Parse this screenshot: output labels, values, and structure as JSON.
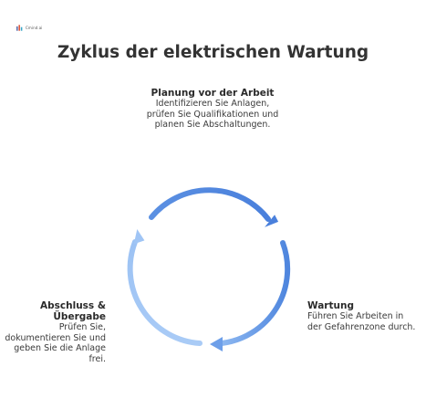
{
  "logo": {
    "text": "Cmind.ai"
  },
  "title": "Zyklus der elektrischen Wartung",
  "steps": {
    "top": {
      "title": "Planung vor der Arbeit",
      "description": "Identifizieren Sie Anlagen, prüfen Sie Qualifikationen und planen Sie Abschaltungen."
    },
    "right": {
      "title": "Wartung",
      "description": "Führen Sie Arbeiten in der Gefahrenzone durch."
    },
    "left": {
      "title": "Abschluss & Übergabe",
      "description": "Prüfen Sie, dokumentieren Sie und geben Sie die Anlage frei."
    }
  },
  "colors": {
    "arc_top_right": "#4f86de",
    "arc_right_bottom": "#4f86de",
    "arc_left": "#a9cbf6",
    "arc_left_dark": "#8fb9f2",
    "arc_bottom_light": "#6fa2ec"
  }
}
